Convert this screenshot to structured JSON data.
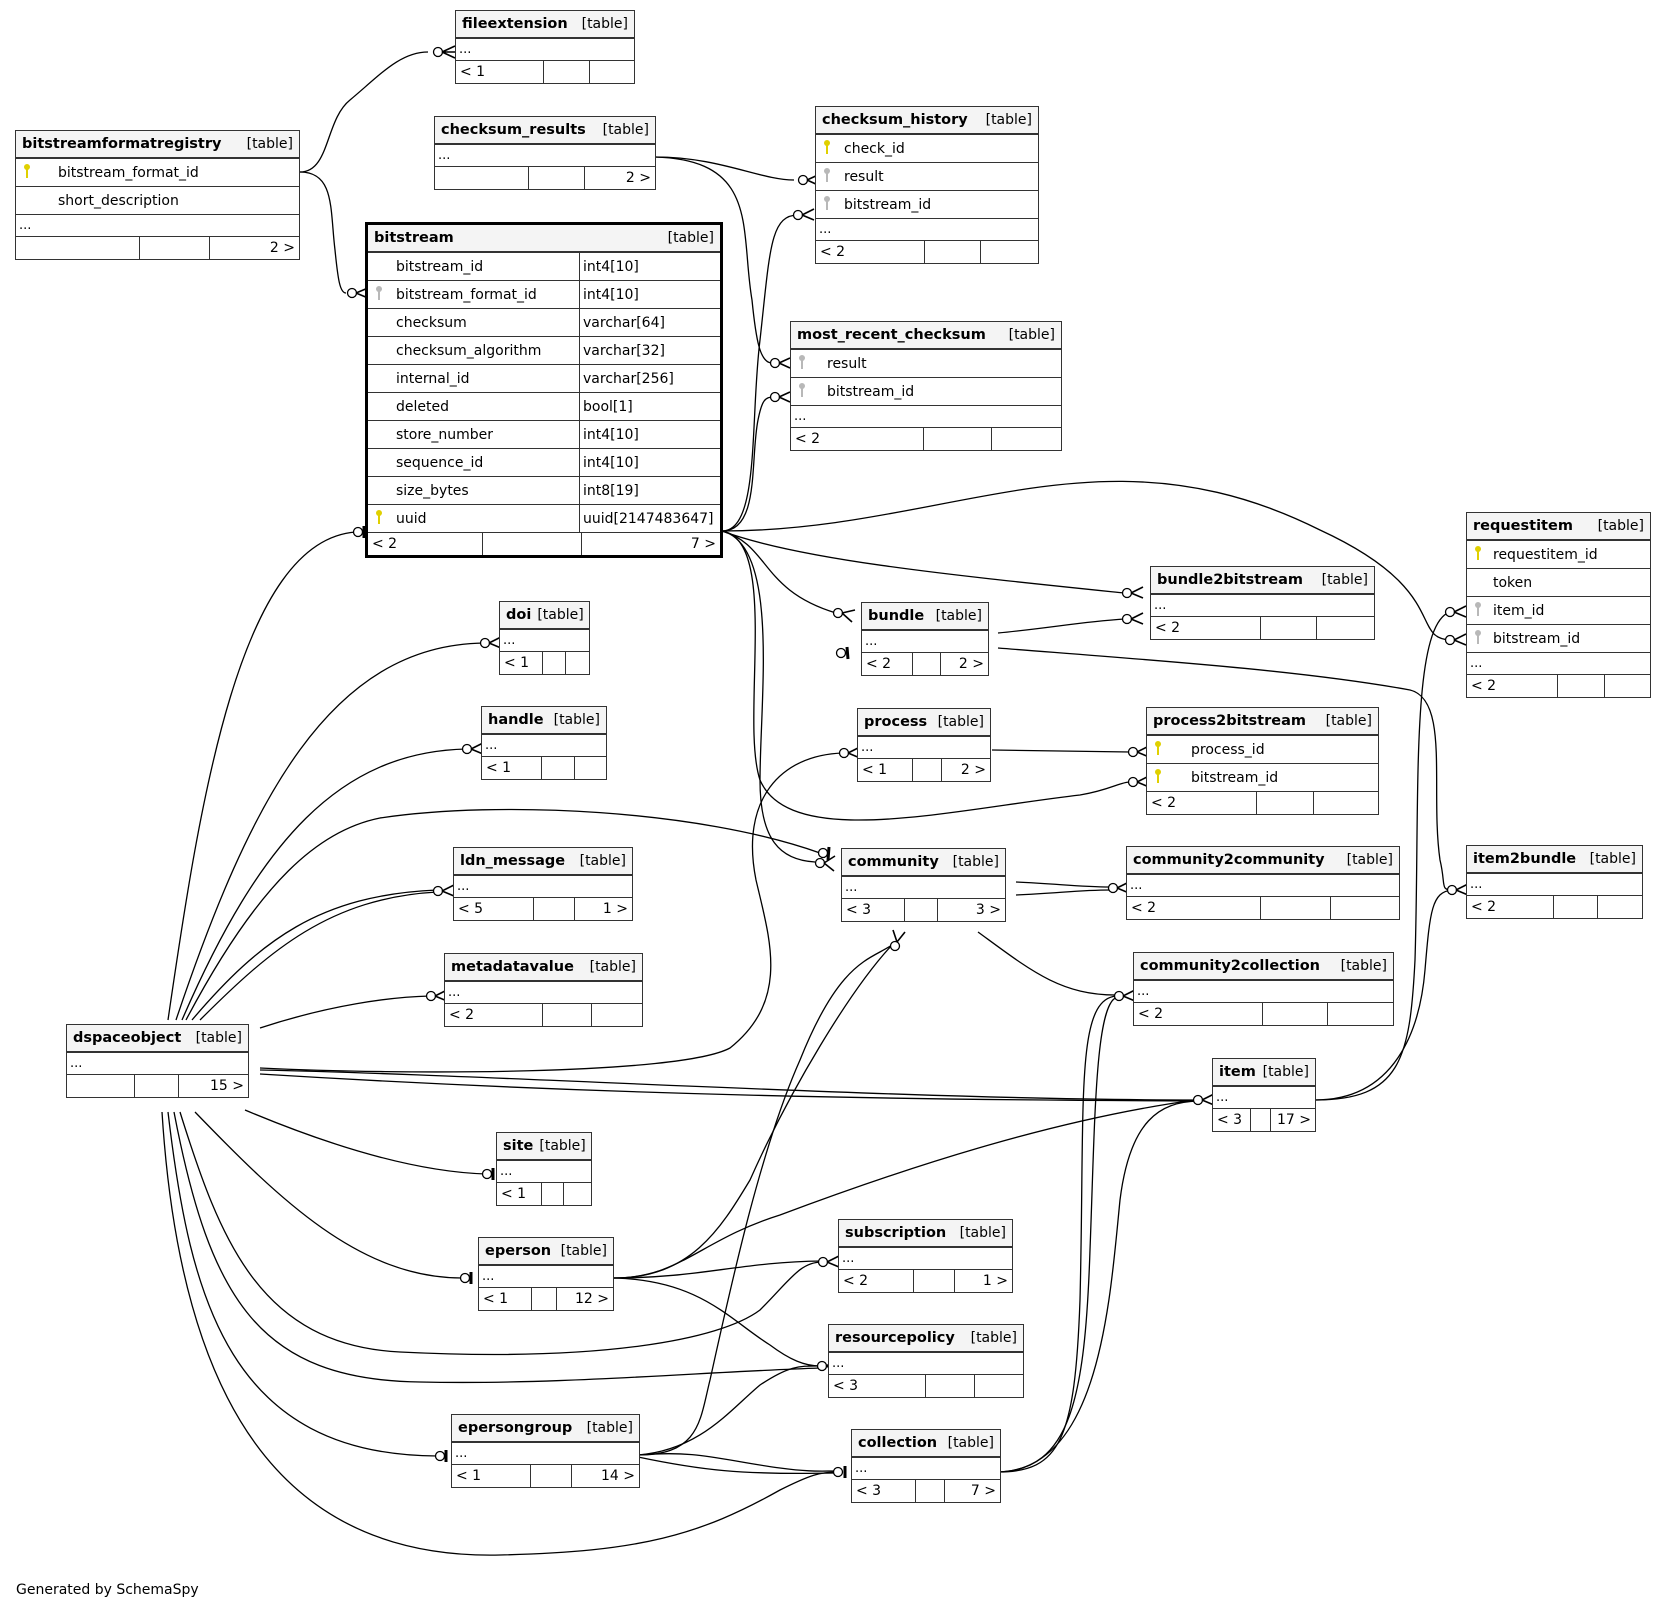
{
  "diagram": {
    "footer": "Generated by SchemaSpy",
    "table_tag": "[table]",
    "ellipsis": "...",
    "colors": {
      "primary_key": "#e0d000",
      "foreign_key": "#b8b8b8",
      "header_bg": "#f4f4f4",
      "line": "#000000"
    }
  },
  "tables": {
    "fileextension": {
      "name": "fileextension",
      "footer": [
        "< 1",
        "",
        ""
      ]
    },
    "bitstreamformatregistry": {
      "name": "bitstreamformatregistry",
      "columns": [
        {
          "name": "bitstream_format_id",
          "key": "pk"
        },
        {
          "name": "short_description",
          "key": ""
        }
      ],
      "footer": [
        "",
        "",
        "2 >"
      ]
    },
    "checksum_results": {
      "name": "checksum_results",
      "footer": [
        "",
        "",
        "2 >"
      ]
    },
    "checksum_history": {
      "name": "checksum_history",
      "columns": [
        {
          "name": "check_id",
          "key": "pk"
        },
        {
          "name": "result",
          "key": "fk"
        },
        {
          "name": "bitstream_id",
          "key": "fk"
        }
      ],
      "footer": [
        "< 2",
        "",
        ""
      ]
    },
    "bitstream": {
      "name": "bitstream",
      "columns": [
        {
          "name": "bitstream_id",
          "type": "int4[10]",
          "key": ""
        },
        {
          "name": "bitstream_format_id",
          "type": "int4[10]",
          "key": "fk"
        },
        {
          "name": "checksum",
          "type": "varchar[64]",
          "key": ""
        },
        {
          "name": "checksum_algorithm",
          "type": "varchar[32]",
          "key": ""
        },
        {
          "name": "internal_id",
          "type": "varchar[256]",
          "key": ""
        },
        {
          "name": "deleted",
          "type": "bool[1]",
          "key": ""
        },
        {
          "name": "store_number",
          "type": "int4[10]",
          "key": ""
        },
        {
          "name": "sequence_id",
          "type": "int4[10]",
          "key": ""
        },
        {
          "name": "size_bytes",
          "type": "int8[19]",
          "key": ""
        },
        {
          "name": "uuid",
          "type": "uuid[2147483647]",
          "key": "pk"
        }
      ],
      "footer": [
        "< 2",
        "",
        "7 >"
      ]
    },
    "most_recent_checksum": {
      "name": "most_recent_checksum",
      "columns": [
        {
          "name": "result",
          "key": "fk"
        },
        {
          "name": "bitstream_id",
          "key": "fk"
        }
      ],
      "footer": [
        "< 2",
        "",
        ""
      ]
    },
    "requestitem": {
      "name": "requestitem",
      "columns": [
        {
          "name": "requestitem_id",
          "key": "pk"
        },
        {
          "name": "token",
          "key": ""
        },
        {
          "name": "item_id",
          "key": "fk"
        },
        {
          "name": "bitstream_id",
          "key": "fk"
        }
      ],
      "footer": [
        "< 2",
        "",
        ""
      ]
    },
    "bundle2bitstream": {
      "name": "bundle2bitstream",
      "footer": [
        "< 2",
        "",
        ""
      ]
    },
    "doi": {
      "name": "doi",
      "footer": [
        "< 1",
        "",
        ""
      ]
    },
    "bundle": {
      "name": "bundle",
      "footer": [
        "< 2",
        "",
        "2 >"
      ]
    },
    "handle": {
      "name": "handle",
      "footer": [
        "< 1",
        "",
        ""
      ]
    },
    "process": {
      "name": "process",
      "footer": [
        "< 1",
        "",
        "2 >"
      ]
    },
    "process2bitstream": {
      "name": "process2bitstream",
      "columns": [
        {
          "name": "process_id",
          "key": "pk"
        },
        {
          "name": "bitstream_id",
          "key": "pk"
        }
      ],
      "footer": [
        "< 2",
        "",
        ""
      ]
    },
    "ldn_message": {
      "name": "ldn_message",
      "footer": [
        "< 5",
        "",
        "1 >"
      ]
    },
    "community": {
      "name": "community",
      "footer": [
        "< 3",
        "",
        "3 >"
      ]
    },
    "community2community": {
      "name": "community2community",
      "footer": [
        "< 2",
        "",
        ""
      ]
    },
    "item2bundle": {
      "name": "item2bundle",
      "footer": [
        "< 2",
        "",
        ""
      ]
    },
    "metadatavalue": {
      "name": "metadatavalue",
      "footer": [
        "< 2",
        "",
        ""
      ]
    },
    "community2collection": {
      "name": "community2collection",
      "footer": [
        "< 2",
        "",
        ""
      ]
    },
    "dspaceobject": {
      "name": "dspaceobject",
      "footer": [
        "",
        "",
        "15 >"
      ]
    },
    "item": {
      "name": "item",
      "footer": [
        "< 3",
        "",
        "17 >"
      ]
    },
    "site": {
      "name": "site",
      "footer": [
        "< 1",
        "",
        ""
      ]
    },
    "eperson": {
      "name": "eperson",
      "footer": [
        "< 1",
        "",
        "12 >"
      ]
    },
    "subscription": {
      "name": "subscription",
      "footer": [
        "< 2",
        "",
        "1 >"
      ]
    },
    "resourcepolicy": {
      "name": "resourcepolicy",
      "footer": [
        "< 3",
        "",
        ""
      ]
    },
    "epersongroup": {
      "name": "epersongroup",
      "footer": [
        "< 1",
        "",
        "14 >"
      ]
    },
    "collection": {
      "name": "collection",
      "footer": [
        "< 3",
        "",
        "7 >"
      ]
    }
  },
  "relationships": [
    [
      "bitstreamformatregistry",
      "fileextension"
    ],
    [
      "bitstreamformatregistry",
      "bitstream"
    ],
    [
      "checksum_results",
      "checksum_history"
    ],
    [
      "checksum_results",
      "most_recent_checksum"
    ],
    [
      "bitstream",
      "checksum_history"
    ],
    [
      "bitstream",
      "most_recent_checksum"
    ],
    [
      "bitstream",
      "requestitem"
    ],
    [
      "bitstream",
      "bundle2bitstream"
    ],
    [
      "bitstream",
      "bundle"
    ],
    [
      "bitstream",
      "process2bitstream"
    ],
    [
      "bitstream",
      "community"
    ],
    [
      "bundle",
      "bundle2bitstream"
    ],
    [
      "bundle",
      "item2bundle"
    ],
    [
      "process",
      "process2bitstream"
    ],
    [
      "community",
      "community2community"
    ],
    [
      "community",
      "community2collection"
    ],
    [
      "dspaceobject",
      "bitstream"
    ],
    [
      "dspaceobject",
      "doi"
    ],
    [
      "dspaceobject",
      "handle"
    ],
    [
      "dspaceobject",
      "ldn_message"
    ],
    [
      "dspaceobject",
      "metadatavalue"
    ],
    [
      "dspaceobject",
      "community"
    ],
    [
      "dspaceobject",
      "process"
    ],
    [
      "dspaceobject",
      "item"
    ],
    [
      "dspaceobject",
      "site"
    ],
    [
      "dspaceobject",
      "eperson"
    ],
    [
      "dspaceobject",
      "subscription"
    ],
    [
      "dspaceobject",
      "resourcepolicy"
    ],
    [
      "dspaceobject",
      "epersongroup"
    ],
    [
      "dspaceobject",
      "collection"
    ],
    [
      "item",
      "requestitem"
    ],
    [
      "item",
      "item2bundle"
    ],
    [
      "eperson",
      "item"
    ],
    [
      "eperson",
      "subscription"
    ],
    [
      "eperson",
      "resourcepolicy"
    ],
    [
      "epersongroup",
      "community"
    ],
    [
      "epersongroup",
      "resourcepolicy"
    ],
    [
      "epersongroup",
      "collection"
    ],
    [
      "collection",
      "community2collection"
    ],
    [
      "collection",
      "item"
    ]
  ]
}
